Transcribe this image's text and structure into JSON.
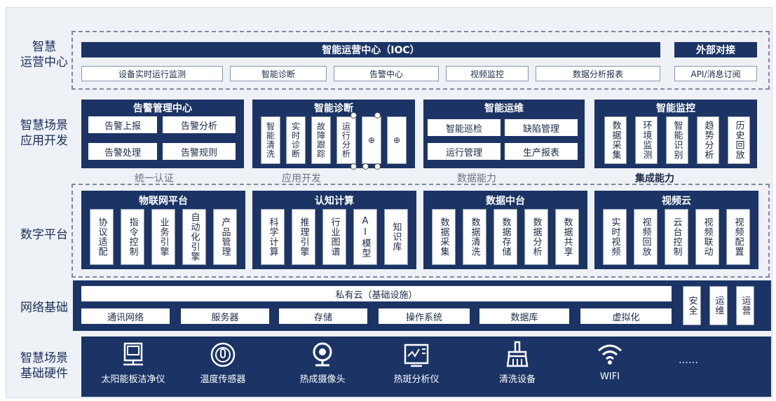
{
  "layers": {
    "ioc": "智慧\n运营中心",
    "scene_app": "智慧场景\n应用开发",
    "platform": "数字平台",
    "network": "网络基础",
    "hardware": "智慧场景\n基础硬件"
  },
  "ioc": {
    "title": "智能运营中心（IOC）",
    "external_title": "外部对接",
    "items": [
      "设备实时运行监测",
      "智能诊断",
      "告警中心",
      "视频监控",
      "数据分析报表"
    ],
    "external_item": "API/消息订阅"
  },
  "apps": {
    "alarm": {
      "title": "告警管理中心",
      "items": [
        "告警上报",
        "告警分析",
        "告警处理",
        "告警规则"
      ]
    },
    "diagnosis": {
      "title": "智能诊断",
      "items": [
        "智能清洗",
        "实时诊断",
        "故障跟踪",
        "运行分析",
        "⊕",
        "⊕"
      ]
    },
    "ops": {
      "title": "智能运维",
      "items": [
        "智能巡检",
        "缺陷管理",
        "运行管理",
        "生产报表"
      ]
    },
    "monitor": {
      "title": "智能监控",
      "items": [
        "数据采集",
        "环境监测",
        "智能识别",
        "趋势分析",
        "历史回放"
      ]
    }
  },
  "mid_labels": [
    "统一认证",
    "应用开发",
    "数据能力",
    "集成能力"
  ],
  "platform": {
    "iot": {
      "title": "物联网平台",
      "items": [
        "协议适配",
        "指令控制",
        "业务引擎",
        "自动化引擎",
        "产品管理"
      ]
    },
    "cognitive": {
      "title": "认知计算",
      "items": [
        "科学计算",
        "推理引擎",
        "行业图谱",
        "AI模型",
        "知识库"
      ]
    },
    "data": {
      "title": "数据中台",
      "items": [
        "数据采集",
        "数据清洗",
        "数据存储",
        "数据分析",
        "数据共享"
      ]
    },
    "video": {
      "title": "视频云",
      "items": [
        "实时视频",
        "视频回放",
        "云台控制",
        "视频联动",
        "视频配置"
      ]
    }
  },
  "network": {
    "cloud": "私有云（基础设施）",
    "items": [
      "通讯网络",
      "服务器",
      "存储",
      "操作系统",
      "数据库",
      "虚拟化"
    ],
    "side": [
      "安全",
      "运维",
      "运营"
    ]
  },
  "hardware": {
    "items": [
      {
        "label": "太阳能板洁净仪",
        "icon": "monitor-icon"
      },
      {
        "label": "温度传感器",
        "icon": "sensor-icon"
      },
      {
        "label": "热成摄像头",
        "icon": "camera-icon"
      },
      {
        "label": "热斑分析仪",
        "icon": "analyzer-icon"
      },
      {
        "label": "清洗设备",
        "icon": "brush-icon"
      },
      {
        "label": "WIFI",
        "icon": "wifi-icon"
      },
      {
        "label": "……",
        "icon": "more-icon"
      }
    ]
  },
  "colors": {
    "navy": "#1b3465",
    "background": "#eef1f6"
  }
}
